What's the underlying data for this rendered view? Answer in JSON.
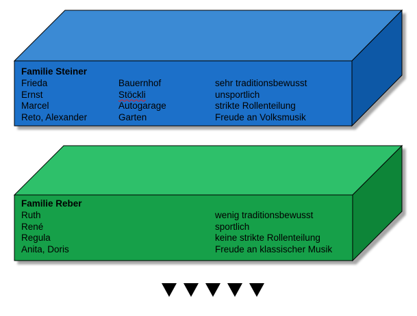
{
  "families": [
    {
      "title": "Familie Steiner",
      "rows": [
        {
          "name": "Frieda",
          "place": "Bauernhof",
          "trait": "sehr traditionsbewusst"
        },
        {
          "name": "Ernst",
          "place": "Stöckli",
          "trait": "unsportlich"
        },
        {
          "name": "Marcel",
          "place": "Autogarage",
          "trait": "strikte Rollenteilung"
        },
        {
          "name": "Reto, Alexander",
          "place": "Garten",
          "trait": "Freude an Volksmusik"
        }
      ],
      "colors": {
        "top": "#3a8ad4",
        "front": "#1b6fc9",
        "side": "#0f58a6"
      }
    },
    {
      "title": "Familie Reber",
      "rows": [
        {
          "name": "Ruth",
          "place": "",
          "trait": "wenig traditionsbewusst"
        },
        {
          "name": "René",
          "place": "",
          "trait": "sportlich"
        },
        {
          "name": "Regula",
          "place": "",
          "trait": "keine strikte Rollenteilung"
        },
        {
          "name": "Anita, Doris",
          "place": "",
          "trait": "Freude an klassischer Musik"
        }
      ],
      "colors": {
        "top": "#2fc06b",
        "front": "#14a04a",
        "side": "#0b8538"
      }
    }
  ],
  "arrow_count": 5
}
